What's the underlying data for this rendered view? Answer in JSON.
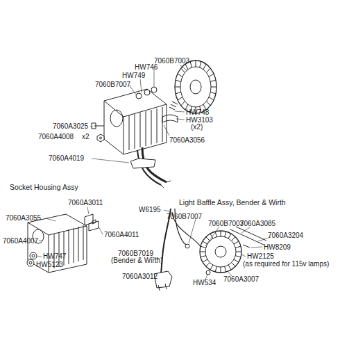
{
  "diagram": {
    "labels": [
      "7060B7003",
      "HW746",
      "HW749",
      "7060B7007",
      "HW748",
      "HW3103",
      "(x2)",
      "7060A3025",
      "7060A4008",
      "x2",
      "7060A3056",
      "7060A4019",
      "Socket Housing Assy",
      "7060A3011",
      "7060A3055",
      "7060A4011",
      "7060A4007",
      "HW747",
      "HW5123",
      "Light Baffle Assy, Bender & Wirth",
      "W6195",
      "7060B7007",
      "7060B7003",
      "7060A3085",
      "7060A3204",
      "HW8209",
      "7060B7019",
      "(Bender & Wirth)",
      "HW2125",
      "(as required for 115v lamps)",
      "7060A3012",
      "HW534",
      "7060A3007"
    ]
  }
}
